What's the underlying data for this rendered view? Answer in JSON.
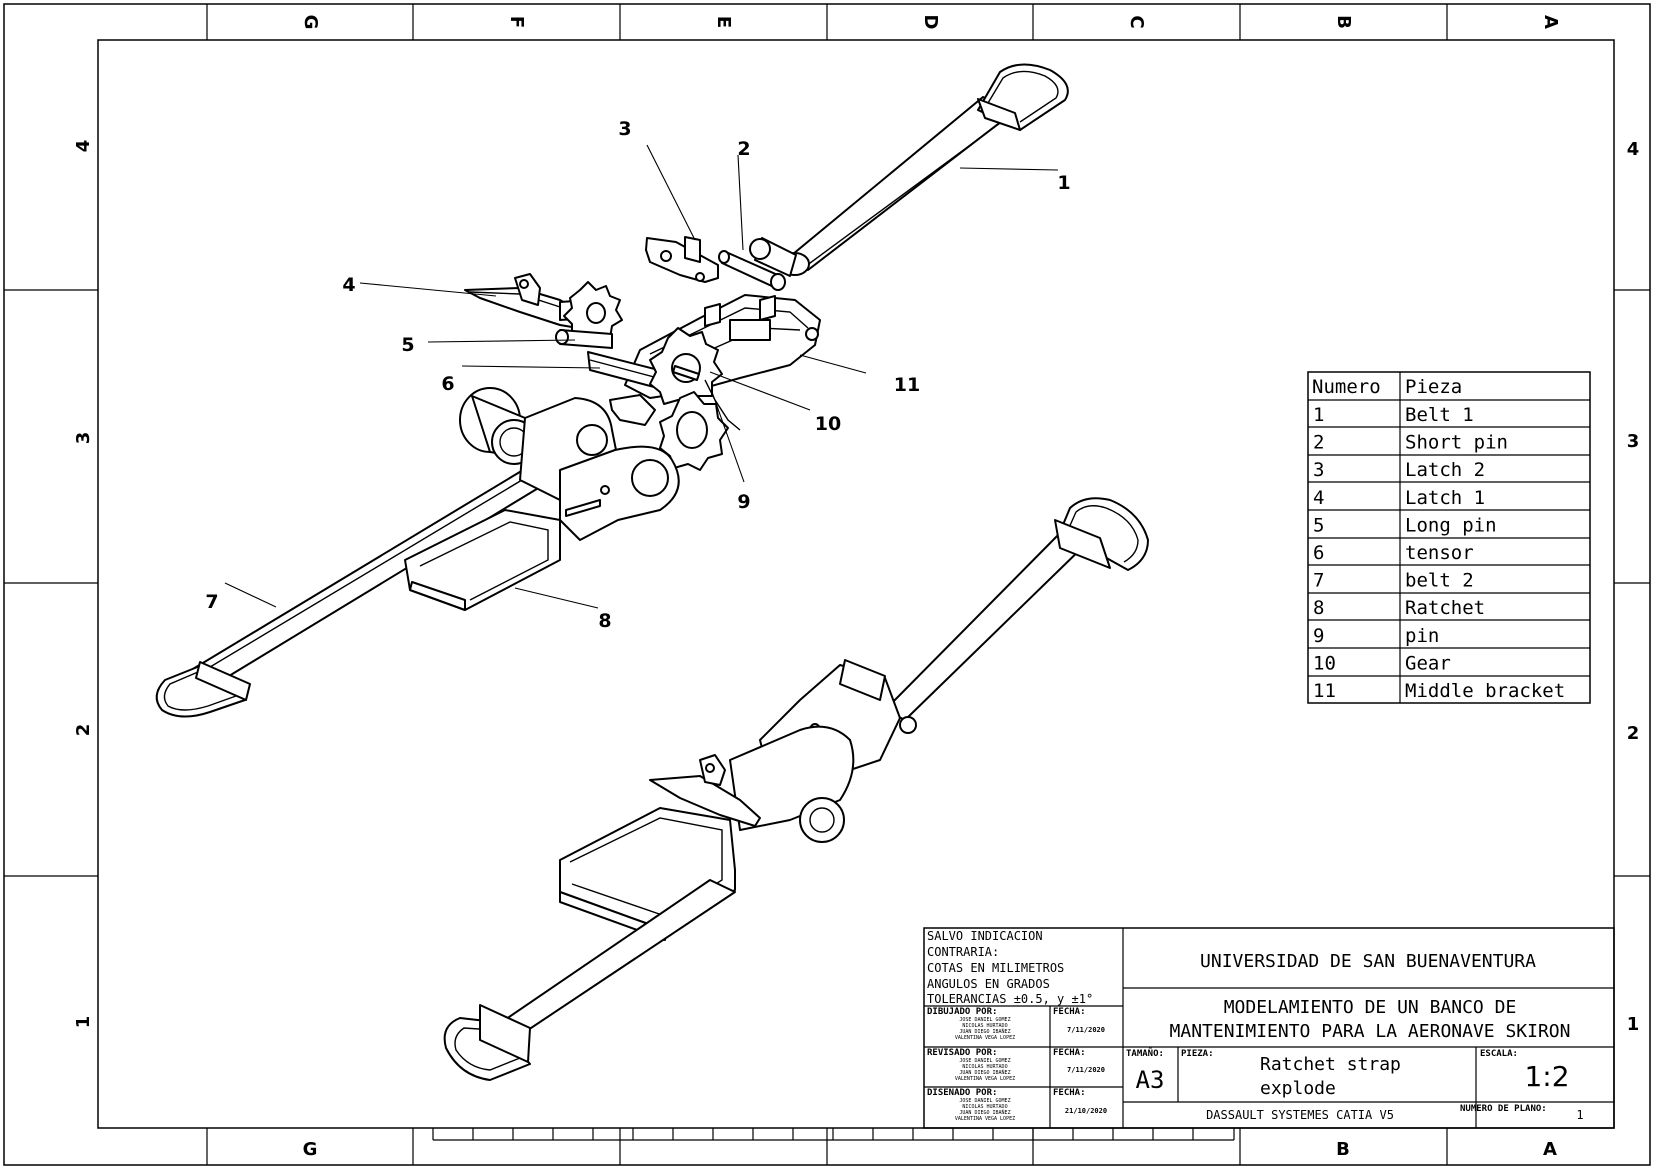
{
  "zones": {
    "columns": [
      "G",
      "F",
      "E",
      "D",
      "C",
      "B",
      "A"
    ],
    "rows": [
      "4",
      "3",
      "2",
      "1"
    ]
  },
  "balloons": [
    "1",
    "2",
    "3",
    "4",
    "5",
    "6",
    "7",
    "8",
    "9",
    "10",
    "11"
  ],
  "bom": {
    "headers": [
      "Numero",
      "Pieza"
    ],
    "rows": [
      [
        "1",
        "Belt 1"
      ],
      [
        "2",
        "Short pin"
      ],
      [
        "3",
        "Latch 2"
      ],
      [
        "4",
        "Latch 1"
      ],
      [
        "5",
        "Long pin"
      ],
      [
        "6",
        "tensor"
      ],
      [
        "7",
        "belt 2"
      ],
      [
        "8",
        "Ratchet"
      ],
      [
        "9",
        "pin"
      ],
      [
        "10",
        "Gear"
      ],
      [
        "11",
        "Middle bracket"
      ]
    ]
  },
  "title_block": {
    "notes": [
      "SALVO INDICACION",
      "CONTRARIA:",
      "COTAS EN MILIMETROS",
      "ANGULOS EN GRADOS",
      "TOLERANCIAS ±0.5, y ±1°"
    ],
    "drawn_by_label": "DIBUJADO POR:",
    "drawn_by_names": [
      "JOSE DANIEL GOMEZ",
      "NICOLAS HURTADO",
      "JUAN DIEGO IBAÑEZ",
      "VALENTINA VEGA LOPEZ"
    ],
    "drawn_date_label": "FECHA:",
    "drawn_date": "7/11/2020",
    "checked_by_label": "REVISADO POR:",
    "checked_by_names": [
      "JOSE DANIEL GOMEZ",
      "NICOLAS HURTADO",
      "JUAN DIEGO IBAÑEZ",
      "VALENTINA VEGA LOPEZ"
    ],
    "checked_date_label": "FECHA:",
    "checked_date": "7/11/2020",
    "designed_by_label": "DISEÑADO POR:",
    "designed_by_names": [
      "JOSE DANIEL GOMEZ",
      "NICOLAS HURTADO",
      "JUAN DIEGO IBAÑEZ",
      "VALENTINA VEGA LOPEZ"
    ],
    "designed_date_label": "FECHA:",
    "designed_date": "21/10/2020",
    "university": "UNIVERSIDAD DE SAN BUENAVENTURA",
    "project_line1": "MODELAMIENTO DE UN BANCO DE",
    "project_line2": "MANTENIMIENTO PARA LA AERONAVE SKIRON",
    "size_label": "TAMAÑO:",
    "size": "A3",
    "piece_label": "PIEZA:",
    "piece_line1": "Ratchet strap",
    "piece_line2": "explode",
    "scale_label": "ESCALA:",
    "scale": "1:2",
    "software": "DASSAULT SYSTEMES CATIA V5",
    "plan_number_label": "NUMERO DE PLANO:",
    "plan_number": "1"
  }
}
